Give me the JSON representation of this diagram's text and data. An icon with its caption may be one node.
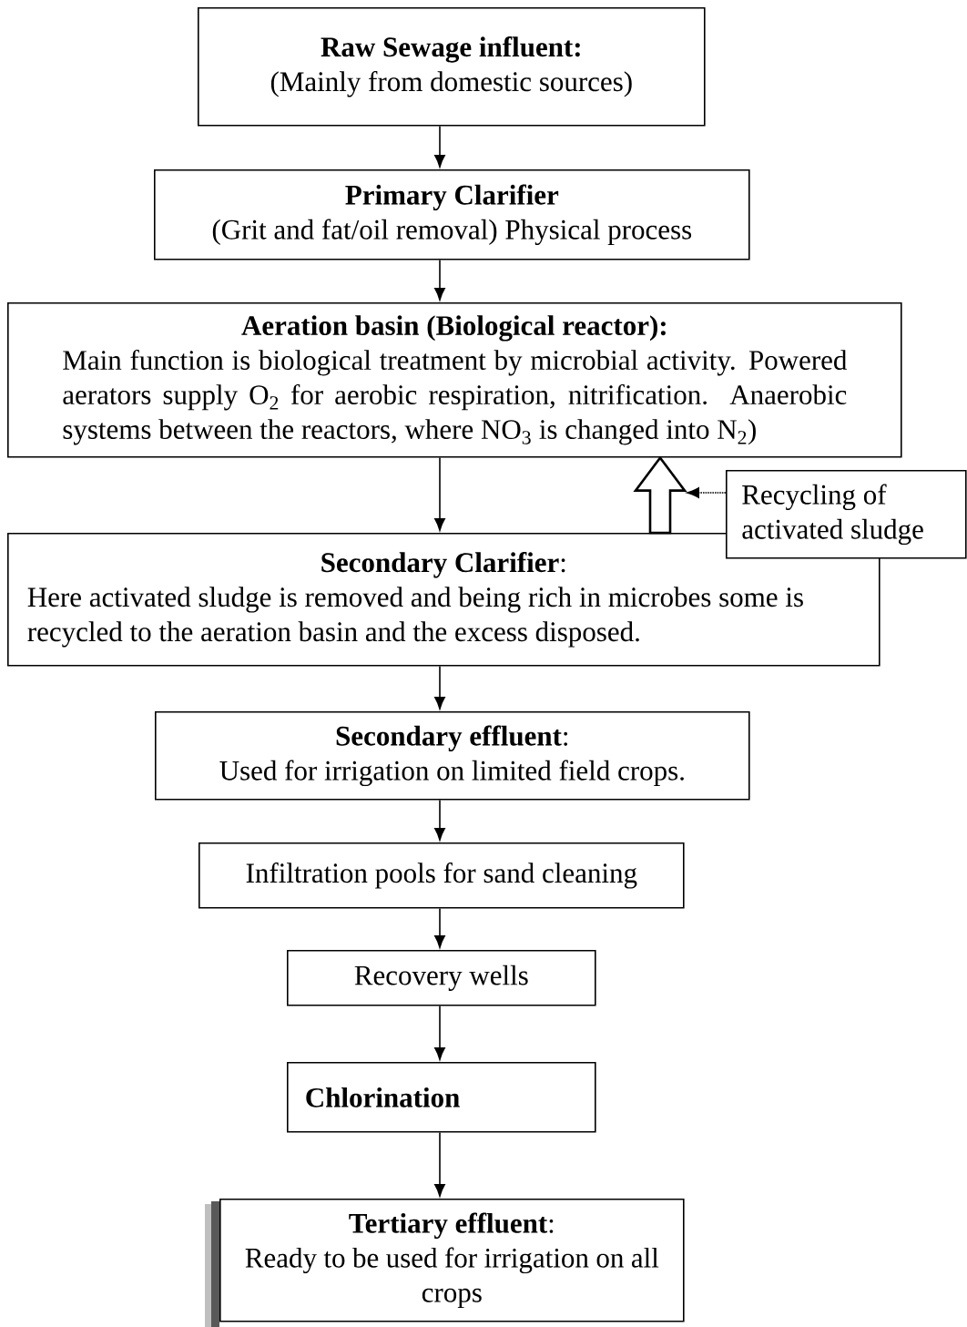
{
  "diagram": {
    "nodes": [
      {
        "text": [
          "Raw Sewage influent:",
          "(Mainly from domestic sources)"
        ]
      },
      {
        "text": [
          "Primary Clarifier",
          "(Grit and fat/oil removal) Physical process"
        ]
      },
      {
        "text": [
          "Aeration basin (Biological reactor):",
          "Main function is biological treatment by microbial activity. Powered aerators supply O$_{2}$ for aerobic respiration, nitrification. Anaerobic systems between the reactors, where NO$_{3}$ is changed into N$_{2}$)"
        ]
      },
      {
        "text": [
          "**Secondary Clarifier**:",
          "Here activated sludge is removed and being rich in microbes some is recycled to the aeration basin and the excess disposed."
        ]
      },
      {
        "text": [
          "**Secondary effluent**:",
          "Used for irrigation on limited field crops."
        ]
      },
      {
        "text": [
          "Infiltration pools for sand cleaning"
        ]
      },
      {
        "text": [
          "Recovery wells"
        ]
      },
      {
        "text": [
          "Chlorination"
        ]
      },
      {
        "text": [
          "**Tertiary effluent**:",
          "Ready to be used for irrigation on all crops"
        ]
      },
      {
        "text": [
          "Recycling of activated sludge"
        ]
      }
    ],
    "edges": [
      {
        "from": 0,
        "to": 1,
        "arrow": "to"
      },
      {
        "from": 1,
        "to": 2,
        "arrow": "to"
      },
      {
        "from": 2,
        "to": 3,
        "arrow": "to"
      },
      {
        "from": 3,
        "to": 2,
        "arrow": "to",
        "style": "thick"
      },
      {
        "from": 9,
        "to": null,
        "arrow": "to",
        "style": "dashed"
      },
      {
        "from": 3,
        "to": 4,
        "arrow": "to"
      },
      {
        "from": 4,
        "to": 5,
        "arrow": "to"
      },
      {
        "from": 5,
        "to": 6,
        "arrow": "to"
      },
      {
        "from": 6,
        "to": 7,
        "arrow": "to"
      },
      {
        "from": 7,
        "to": 8,
        "arrow": "to"
      }
    ]
  }
}
